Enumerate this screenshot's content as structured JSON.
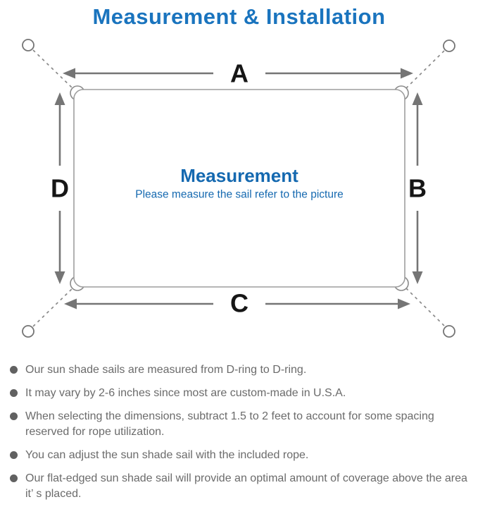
{
  "title": "Measurement & Installation",
  "colors": {
    "accent_blue": "#1a74be",
    "center_blue": "#1569b0",
    "diagram_gray": "#757575",
    "sail_outline_gray": "#9e9e9e",
    "label_black": "#161616",
    "bullet_gray": "#6b6b6b"
  },
  "diagram": {
    "center_title": "Measurement",
    "center_subtitle": "Please measure the sail refer to the picture",
    "labels": {
      "top": "A",
      "right": "B",
      "bottom": "C",
      "left": "D"
    }
  },
  "bullets": [
    "Our sun shade sails are measured from D-ring to D-ring.",
    "It may vary by 2-6 inches since most are custom-made in U.S.A.",
    "When selecting the dimensions, subtract 1.5 to 2 feet to account for some spacing reserved for rope utilization.",
    "You can adjust the sun shade sail with the included rope.",
    "Our flat-edged sun shade sail will provide an optimal amount of coverage above the area it’ s placed."
  ]
}
